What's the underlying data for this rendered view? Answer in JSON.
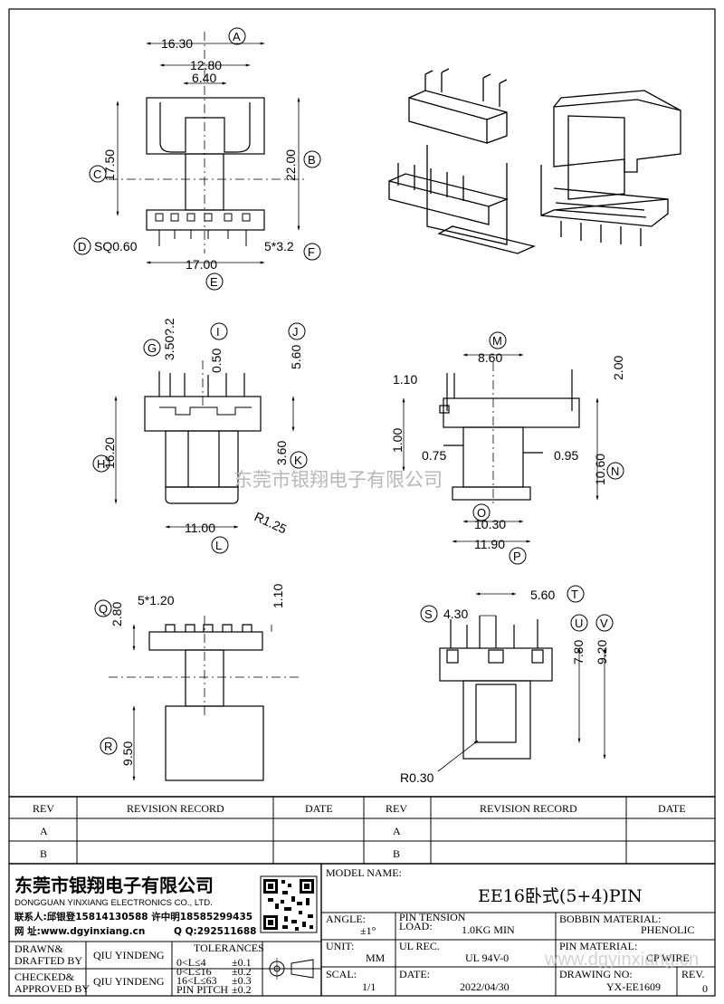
{
  "views": {
    "top": {
      "dims": [
        "16.30",
        "12.80",
        "6.40",
        "17.50",
        "22.00",
        "SQ0.60",
        "17.00",
        "5*3.2"
      ],
      "markers": [
        "A",
        "B",
        "C",
        "D",
        "E",
        "F"
      ]
    },
    "front": {
      "dims": [
        "3.50?.2",
        "0.50",
        "5.60",
        "16.20",
        "3.60",
        "11.00",
        "R1.25"
      ],
      "markers": [
        "G",
        "I",
        "J",
        "H",
        "K",
        "L"
      ]
    },
    "side": {
      "dims": [
        "8.60",
        "2.00",
        "1.10",
        "1.00",
        "0.75",
        "0.95",
        "10.60",
        "10.30",
        "11.90"
      ],
      "markers": [
        "M",
        "N",
        "O",
        "P"
      ]
    },
    "bottom": {
      "dims": [
        "5*1.20",
        "2.80",
        "1.10",
        "9.50"
      ],
      "markers": [
        "Q",
        "R"
      ]
    },
    "end": {
      "dims": [
        "5.60",
        "4.30",
        "7.80",
        "9.20",
        "R0.30"
      ],
      "markers": [
        "T",
        "S",
        "U",
        "V"
      ]
    }
  },
  "watermark": "东莞市银翔电子有限公司",
  "watermark_url": "www.dgyinxiang.cn",
  "revision": {
    "headers": [
      "REV",
      "REVISION RECORD",
      "DATE",
      "REV",
      "REVISION RECORD",
      "DATE"
    ],
    "rows": [
      "A",
      "B"
    ]
  },
  "company": {
    "name_cn": "东莞市银翔电子有限公司",
    "name_en": "DONGGUAN YINXIANG ELECTRONICS CO., LTD.",
    "contact": "联系人:邱银登15814130588 许中明18585299435",
    "web": "网  址:www.dgyinxiang.cn",
    "qq": "Q Q:292511688"
  },
  "title_block": {
    "model_name_label": "MODEL NAME:",
    "model_name": "EE16卧式(5+4)PIN",
    "angle_label": "ANGLE:",
    "angle": "±1°",
    "pin_tension_label": "PIN TENSION",
    "load_label": "LOAD:",
    "load": "1.0KG MIN",
    "bobbin_material_label": "BOBBIN MATERIAL:",
    "bobbin_material": "PHENOLIC",
    "drawn_label_1": "DRAWN&",
    "drawn_label_2": "DRAFTED BY",
    "drawn_by": "QIU YINDENG",
    "checked_label_1": "CHECKED&",
    "checked_label_2": "APPROVED BY",
    "checked_by": "QIU YINDENG",
    "tolerances_label": "TOLERANCES",
    "tolerances": [
      {
        "range": "0<L≤4",
        "value": "±0.1"
      },
      {
        "range": "0<L≤16",
        "value": "±0.2"
      },
      {
        "range": "16<L≤63",
        "value": "±0.3"
      },
      {
        "range": "PIN PITCH",
        "value": "±0.2"
      }
    ],
    "unit_label": "UNIT:",
    "unit": "MM",
    "ul_rec_label": "UL REC.",
    "ul_rec": "UL 94V-0",
    "pin_material_label": "PIN MATERIAL:",
    "pin_material": "CP WIRE",
    "scale_label": "SCAL:",
    "scale": "1/1",
    "date_label": "DATE:",
    "date": "2022/04/30",
    "drawing_no_label": "DRAWING NO:",
    "drawing_no": "YX-EE1609",
    "rev_label": "REV.",
    "rev": "0"
  }
}
